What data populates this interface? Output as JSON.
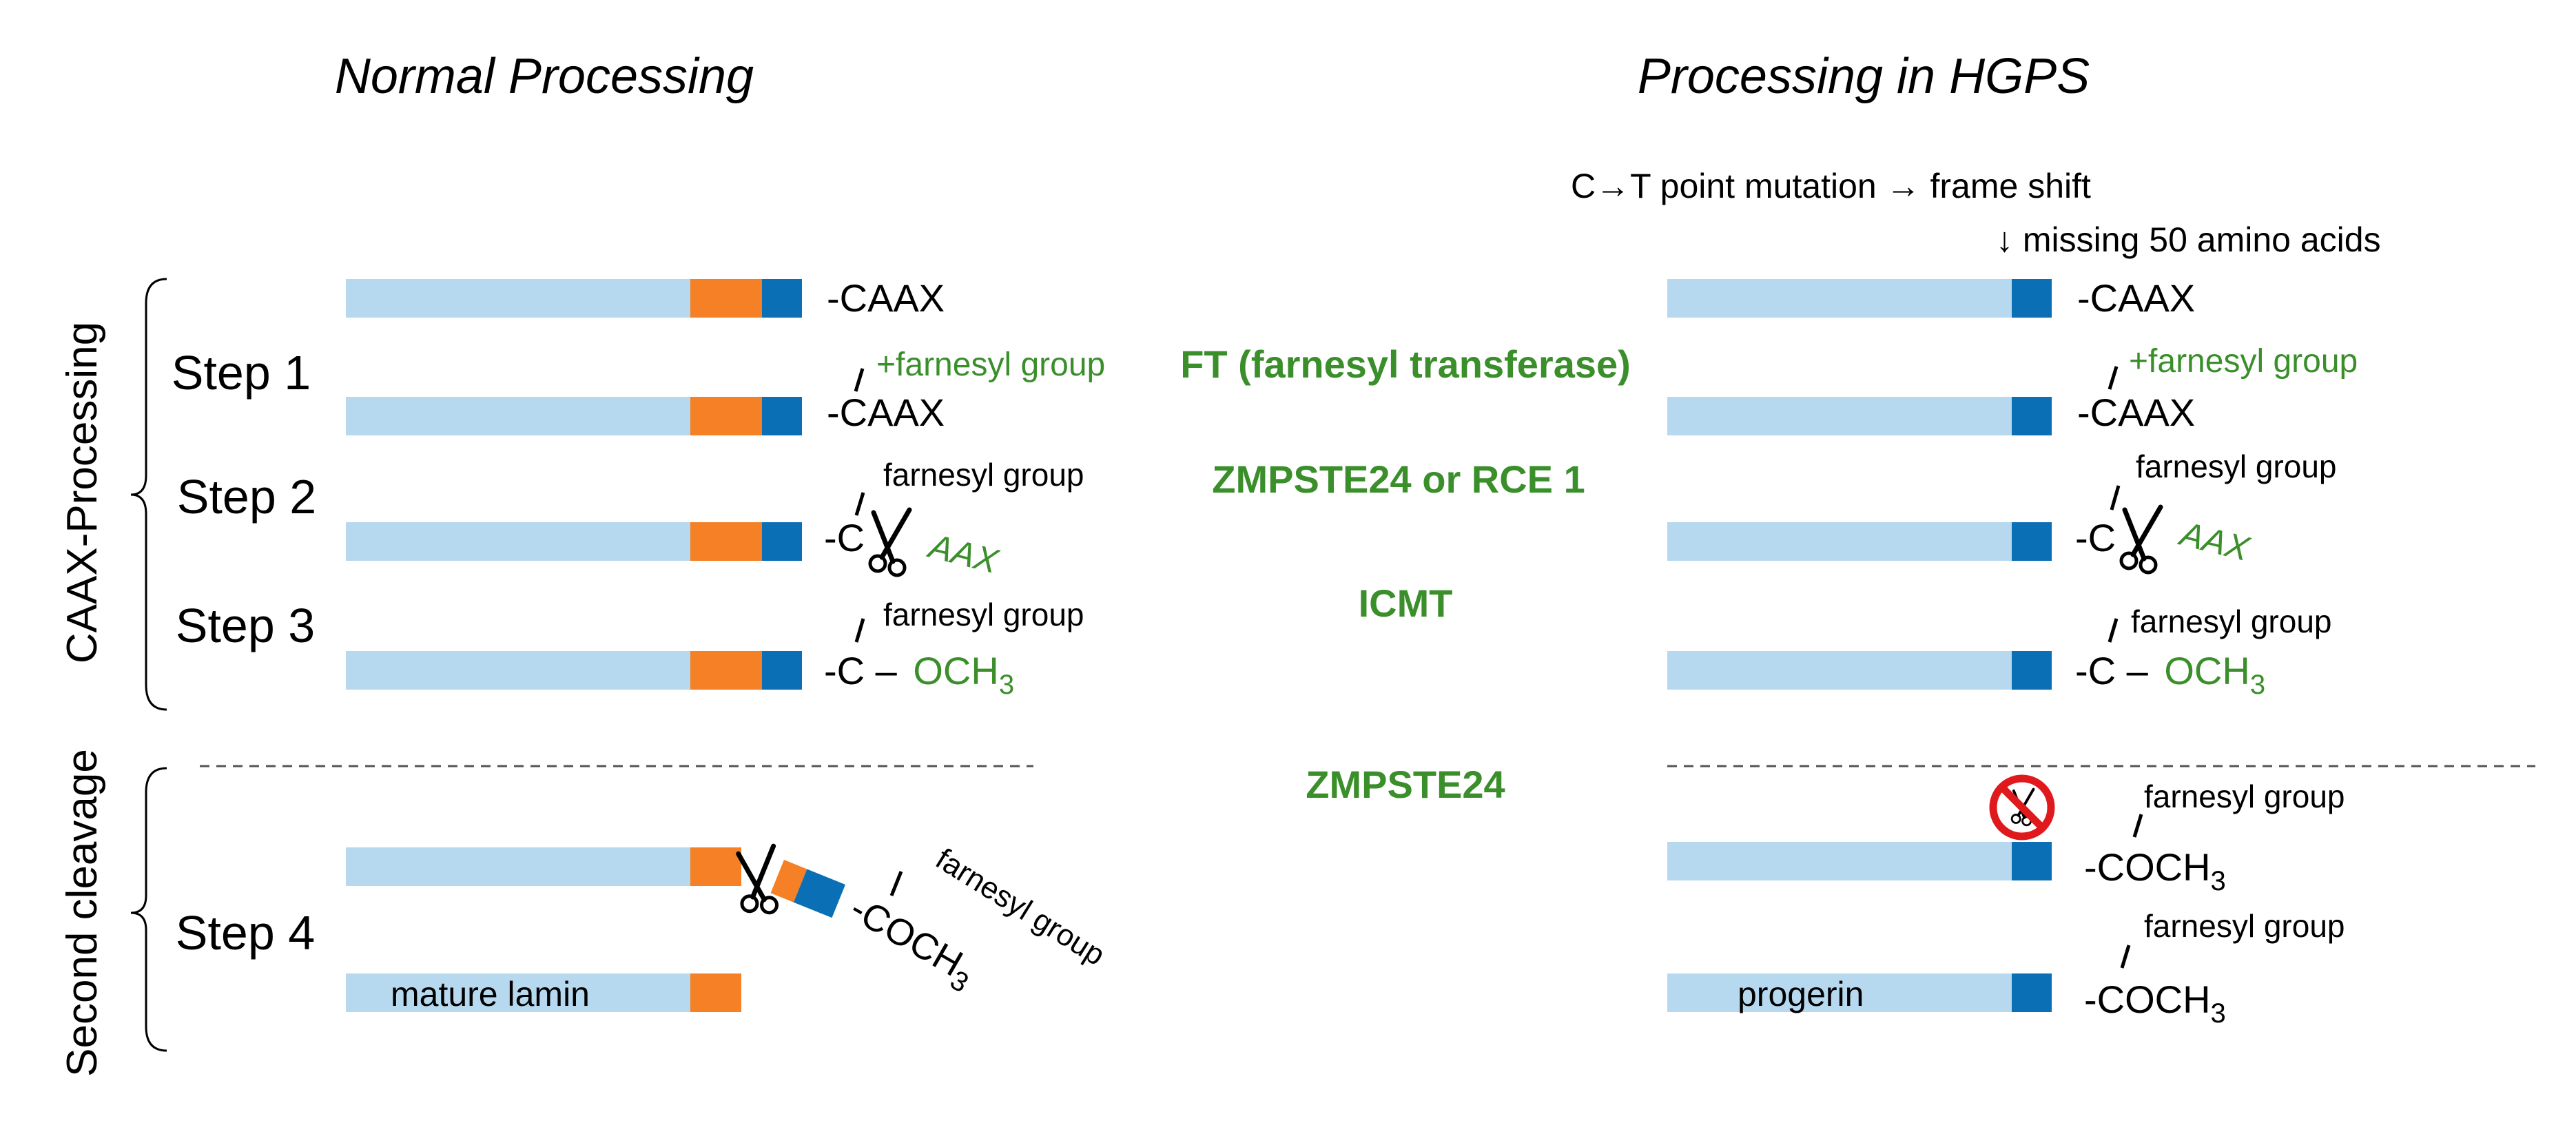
{
  "colors": {
    "protein": "#b7d9ef",
    "orange": "#f58025",
    "blue": "#0a6fb5",
    "green": "#3a8f2b",
    "black": "#000000",
    "gray": "#555555",
    "red": "#e0191c"
  },
  "titles": {
    "normal": "Normal Processing",
    "hgps": "Processing in HGPS"
  },
  "side_labels": {
    "caax": "CAAX-Processing",
    "second": "Second cleavage"
  },
  "steps": {
    "s1": "Step 1",
    "s2": "Step 2",
    "s3": "Step 3",
    "s4": "Step 4"
  },
  "enzymes": {
    "ft": "FT (farnesyl transferase)",
    "zmp_rce": "ZMPSTE24 or RCE 1",
    "icmt": "ICMT",
    "zmp": "ZMPSTE24"
  },
  "mutation": {
    "line1": "C→T point mutation → frame shift",
    "line2": "↓ missing 50 amino acids"
  },
  "chem": {
    "caax": "-CAAX",
    "plus_farnesyl": "+farnesyl group",
    "farnesyl": "farnesyl group",
    "c_prefix": "-C",
    "aax": "AAX",
    "c_dash": "-C –",
    "och3": "OCH",
    "coch3": "-COCH",
    "sub3": "3"
  },
  "labels": {
    "mature_lamin": "mature lamin",
    "progerin": "progerin"
  },
  "icons": {
    "scissors": "scissors-icon",
    "no_cut": "no-cleavage-icon"
  }
}
